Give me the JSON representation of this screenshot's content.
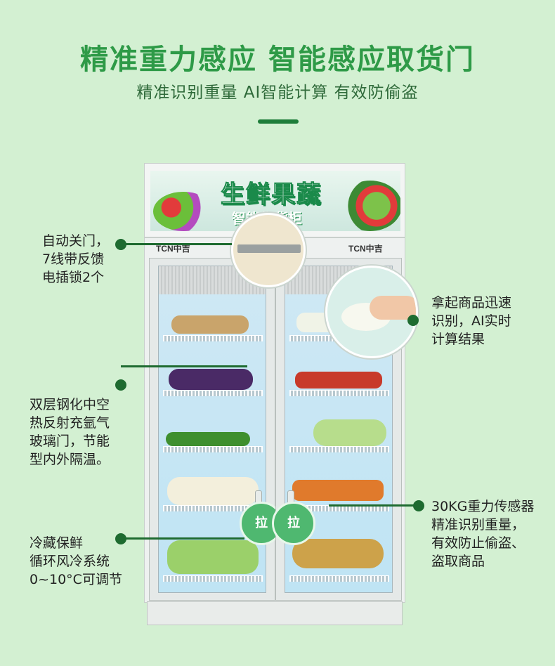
{
  "title": "精准重力感应 智能感应取货门",
  "subtitle": "精准识别重量 AI智能计算 有效防偷盗",
  "fridge": {
    "header_title": "生鲜果蔬",
    "header_sub": "智能售货柜",
    "brand_left": "TCN中吉",
    "brand_right": "TCN中吉",
    "handle_left": "拉",
    "handle_right": "拉"
  },
  "callouts": {
    "door_lock": "自动关门，\n7线带反馈\n电插锁2个",
    "glass": "双层钢化中空\n热反射充氩气\n玻璃门，节能\n型内外隔温。",
    "cooling": "冷藏保鲜\n循环风冷系统\n0~10°C可调节",
    "ai": "拿起商品迅速\n识别，AI实时\n计算结果",
    "weight": "30KG重力传感器\n精准识别重量，\n有效防止偷盗、\n盗取商品"
  },
  "colors": {
    "background": "#d3f0d2",
    "title": "#2e9a47",
    "accent": "#1e6b30"
  }
}
